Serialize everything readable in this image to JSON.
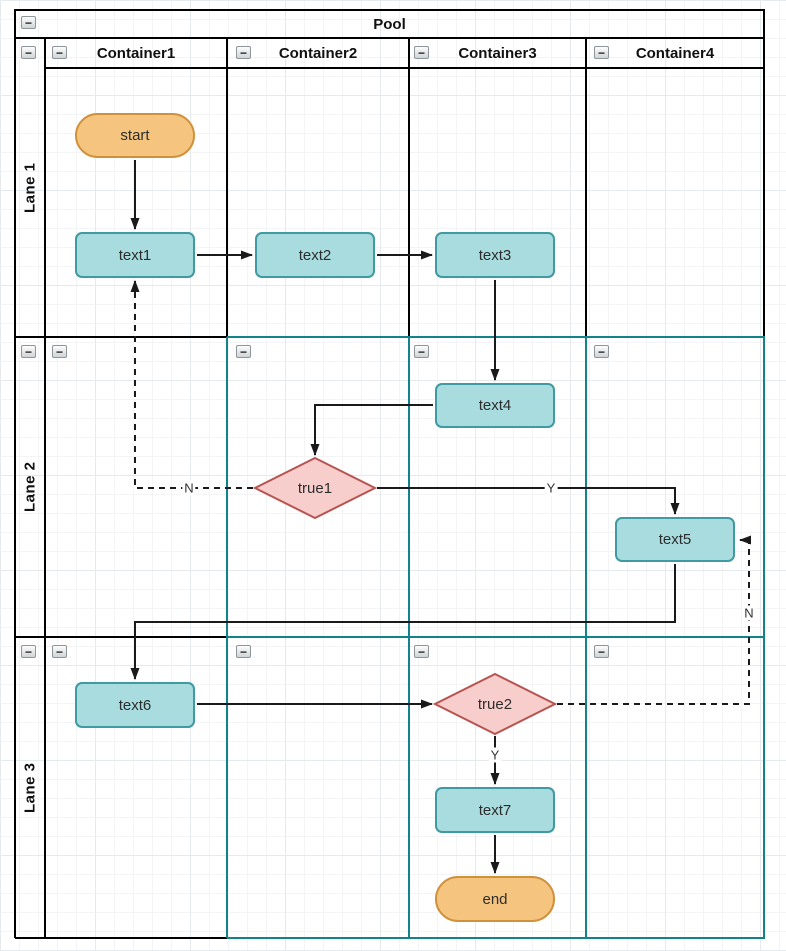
{
  "pool": {
    "title": "Pool"
  },
  "containers": [
    {
      "label": "Container1"
    },
    {
      "label": "Container2"
    },
    {
      "label": "Container3"
    },
    {
      "label": "Container4"
    }
  ],
  "lanes": [
    {
      "label": "Lane 1"
    },
    {
      "label": "Lane 2"
    },
    {
      "label": "Lane 3"
    }
  ],
  "nodes": {
    "start": {
      "label": "start",
      "type": "terminator"
    },
    "text1": {
      "label": "text1",
      "type": "task"
    },
    "text2": {
      "label": "text2",
      "type": "task"
    },
    "text3": {
      "label": "text3",
      "type": "task"
    },
    "text4": {
      "label": "text4",
      "type": "task"
    },
    "true1": {
      "label": "true1",
      "type": "decision"
    },
    "text5": {
      "label": "text5",
      "type": "task"
    },
    "text6": {
      "label": "text6",
      "type": "task"
    },
    "true2": {
      "label": "true2",
      "type": "decision"
    },
    "text7": {
      "label": "text7",
      "type": "task"
    },
    "end": {
      "label": "end",
      "type": "terminator"
    }
  },
  "edge_labels": {
    "true1_no": "N",
    "true1_yes": "Y",
    "true2_yes": "Y",
    "true2_no": "N"
  },
  "ui": {
    "collapse_glyph": "−"
  },
  "colors": {
    "lane_border": "#000000",
    "selection_teal": "#12838a",
    "task_fill": "#a8dcdf",
    "task_stroke": "#3f9aa1",
    "decision_fill": "#f8cecc",
    "decision_stroke": "#b85450",
    "terminator_fill": "#f5c57f",
    "terminator_stroke": "#d0913c"
  }
}
